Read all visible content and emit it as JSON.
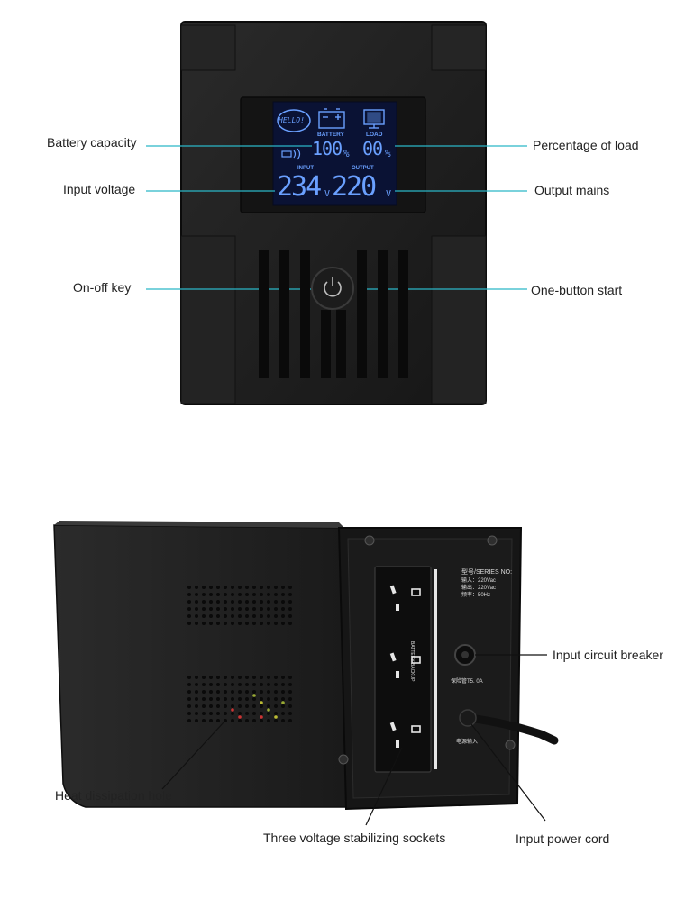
{
  "colors": {
    "callout_line": "#2bb6c7",
    "lcd_glow": "#6aa0ff",
    "lcd_bg": "#0a1234",
    "cabinet": "#1f1f1f"
  },
  "front": {
    "labels": {
      "battery_capacity": "Battery capacity",
      "percentage_of_load": "Percentage of load",
      "input_voltage": "Input voltage",
      "output_mains": "Output mains",
      "on_off_key": "On-off key",
      "one_button_start": "One-button start"
    },
    "lcd": {
      "hello": "HELLO!",
      "battery_tag": "BATTERY",
      "load_tag": "LOAD",
      "battery_value": "100",
      "battery_unit": "%",
      "load_value": "00",
      "load_unit": "%",
      "input_tag": "INPUT",
      "output_tag": "OUTPUT",
      "input_value": "234",
      "input_unit": "V",
      "output_value": "220",
      "output_unit": "V"
    }
  },
  "rear": {
    "labels": {
      "input_circuit_breaker": "Input circuit breaker",
      "heat_dissipation_hole": "Heat dissipation hole",
      "three_sockets": "Three voltage stabilizing sockets",
      "input_power_cord": "Input power cord"
    },
    "plate": {
      "series_no": "型号/SERIES NO:",
      "input_spec": "输入：220Vac",
      "output_spec": "输出：220Vac",
      "frequency": "频率：50Hz",
      "fuse": "保险管T5. 0A",
      "power_input": "电源输入",
      "battery_backup": "BATTERY BACKUP"
    }
  }
}
